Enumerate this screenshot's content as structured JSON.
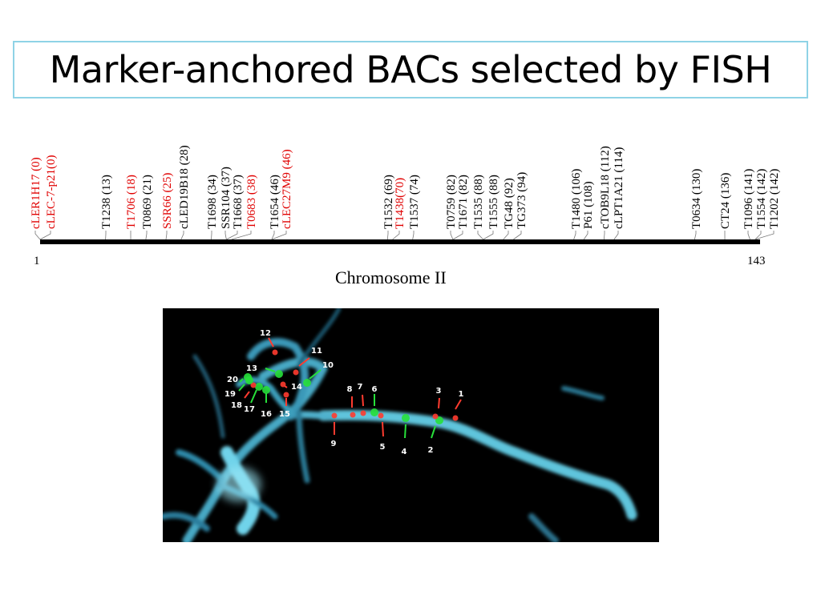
{
  "title": "Marker-anchored BACs selected by FISH",
  "chromosome": {
    "name": "Chromosome II",
    "start": "1",
    "end": "143",
    "range": [
      1,
      143
    ],
    "markers": [
      {
        "label": "cLER1H17 (0)",
        "pos": 0,
        "color": "#e00000"
      },
      {
        "label": "cLEC-7-p21(0)",
        "pos": 0,
        "color": "#e00000"
      },
      {
        "label": "T1238 (13)",
        "pos": 13,
        "color": "#000000"
      },
      {
        "label": "T1706 (18)",
        "pos": 18,
        "color": "#e00000"
      },
      {
        "label": "T0869 (21)",
        "pos": 21,
        "color": "#000000"
      },
      {
        "label": "SSR66 (25)",
        "pos": 25,
        "color": "#e00000"
      },
      {
        "label": "cLED19B18 (28)",
        "pos": 28,
        "color": "#000000"
      },
      {
        "label": "T1698 (34)",
        "pos": 34,
        "color": "#000000"
      },
      {
        "label": "SSR104 (37)",
        "pos": 37,
        "color": "#000000"
      },
      {
        "label": "T1668 (37)",
        "pos": 37,
        "color": "#000000"
      },
      {
        "label": "T0683 (38)",
        "pos": 38,
        "color": "#e00000"
      },
      {
        "label": "T1654 (46)",
        "pos": 46,
        "color": "#000000"
      },
      {
        "label": "cLEC27M9 (46)",
        "pos": 46,
        "color": "#e00000"
      },
      {
        "label": "T1532 (69)",
        "pos": 69,
        "color": "#000000"
      },
      {
        "label": "T1438(70)",
        "pos": 70,
        "color": "#e00000"
      },
      {
        "label": "T1537 (74)",
        "pos": 74,
        "color": "#000000"
      },
      {
        "label": "T0759 (82)",
        "pos": 82,
        "color": "#000000"
      },
      {
        "label": "T1671 (82)",
        "pos": 82,
        "color": "#000000"
      },
      {
        "label": "T1535 (88)",
        "pos": 88,
        "color": "#000000"
      },
      {
        "label": "T1555 (88)",
        "pos": 88,
        "color": "#000000"
      },
      {
        "label": "TG48 (92)",
        "pos": 92,
        "color": "#000000"
      },
      {
        "label": "TG373 (94)",
        "pos": 94,
        "color": "#000000"
      },
      {
        "label": "T1480 (106)",
        "pos": 106,
        "color": "#000000"
      },
      {
        "label": "P61 (108)",
        "pos": 108,
        "color": "#000000"
      },
      {
        "label": "cTOB9L18 (112)",
        "pos": 112,
        "color": "#000000"
      },
      {
        "label": "cLPT1A21 (114)",
        "pos": 114,
        "color": "#000000"
      },
      {
        "label": "T0634 (130)",
        "pos": 130,
        "color": "#000000"
      },
      {
        "label": "CT24 (136)",
        "pos": 136,
        "color": "#000000"
      },
      {
        "label": "T1096 (141)",
        "pos": 141,
        "color": "#000000"
      },
      {
        "label": "T1554 (142)",
        "pos": 142,
        "color": "#000000"
      },
      {
        "label": "T1202 (142)",
        "pos": 142,
        "color": "#000000"
      }
    ]
  },
  "fish": {
    "probes": [
      {
        "n": "1",
        "color": "#ff3b2f"
      },
      {
        "n": "2",
        "color": "#27e03a"
      },
      {
        "n": "3",
        "color": "#ff3b2f"
      },
      {
        "n": "4",
        "color": "#27e03a"
      },
      {
        "n": "5",
        "color": "#ff3b2f"
      },
      {
        "n": "6",
        "color": "#27e03a"
      },
      {
        "n": "7",
        "color": "#ff3b2f"
      },
      {
        "n": "8",
        "color": "#ff3b2f"
      },
      {
        "n": "9",
        "color": "#ff3b2f"
      },
      {
        "n": "10",
        "color": "#27e03a"
      },
      {
        "n": "11",
        "color": "#ff3b2f"
      },
      {
        "n": "12",
        "color": "#ff3b2f"
      },
      {
        "n": "13",
        "color": "#27e03a"
      },
      {
        "n": "14",
        "color": "#ff3b2f"
      },
      {
        "n": "15",
        "color": "#ff3b2f"
      },
      {
        "n": "16",
        "color": "#27e03a"
      },
      {
        "n": "17",
        "color": "#27e03a"
      },
      {
        "n": "18",
        "color": "#ff3b2f"
      },
      {
        "n": "19",
        "color": "#27e03a"
      },
      {
        "n": "20",
        "color": "#27e03a"
      }
    ]
  }
}
